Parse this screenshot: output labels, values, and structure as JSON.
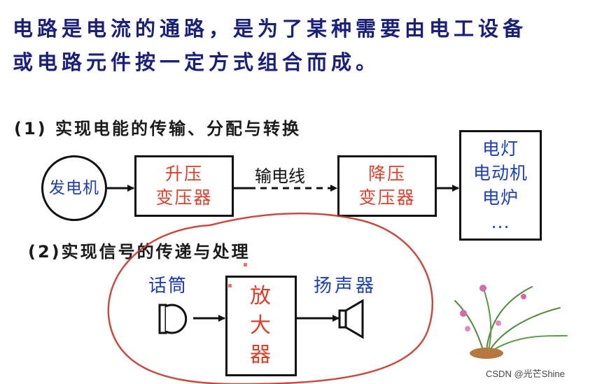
{
  "intro": {
    "line1": "电路是电流的通路，是为了某种需要由电工设备",
    "line2": "或电路元件按一定方式组合而成。"
  },
  "section1": {
    "heading": "(1) 实现电能的传输、分配与转换",
    "generator": "发电机",
    "step_up": [
      "升压",
      "变压器"
    ],
    "transmission_line": "输电线",
    "step_down": [
      "降压",
      "变压器"
    ],
    "loads": [
      "电灯",
      "电动机",
      "电炉",
      "..."
    ]
  },
  "section2": {
    "heading": "(2)实现信号的传递与处理",
    "microphone": "话筒",
    "amplifier": [
      "放",
      "大",
      "器"
    ],
    "speaker": "扬声器"
  },
  "footer": "CSDN @光芒Shine",
  "colors": {
    "title": "#1a1f7a",
    "box_text_red": "#d8402a",
    "box_text_blue": "#1d3fb0",
    "annotation": "#c0392b"
  }
}
